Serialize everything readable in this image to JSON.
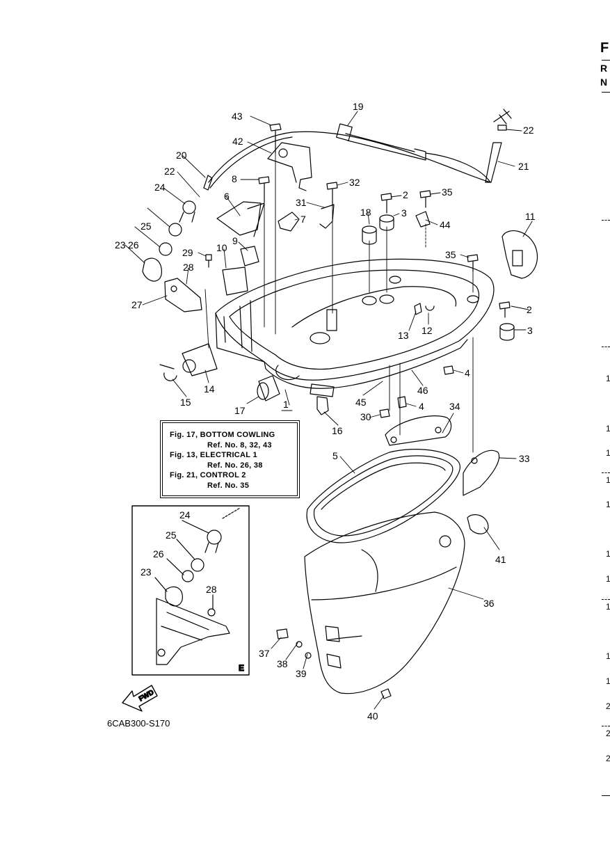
{
  "diagram": {
    "reference_lines": [
      "Fig. 17, BOTTOM COWLING",
      "Ref. No. 8, 32, 43",
      "Fig. 13, ELECTRICAL 1",
      "Ref. No. 26, 38",
      "Fig. 21, CONTROL 2",
      "Ref. No. 35"
    ],
    "diagram_code": "6CAB300-S170",
    "fwd_label": "FWD",
    "inset_label": "E",
    "parent_callout": "1",
    "callouts": [
      "43",
      "19",
      "22",
      "42",
      "20",
      "21",
      "22",
      "8",
      "32",
      "2",
      "35",
      "24",
      "6",
      "31",
      "18",
      "3",
      "44",
      "7",
      "25",
      "26",
      "23",
      "9",
      "29",
      "10",
      "28",
      "27",
      "11",
      "35",
      "2",
      "13",
      "12",
      "3",
      "14",
      "15",
      "17",
      "16",
      "46",
      "45",
      "4",
      "30",
      "4",
      "34",
      "5",
      "33",
      "41",
      "36",
      "24",
      "25",
      "26",
      "23",
      "28",
      "37",
      "38",
      "39",
      "40"
    ]
  },
  "right_edge": {
    "header_letters": [
      "F",
      "R",
      "N"
    ],
    "numbers": [
      "1",
      "1",
      "1",
      "1",
      "1",
      "1",
      "1",
      "1",
      "1",
      "1",
      "2",
      "2",
      "2"
    ]
  },
  "colors": {
    "ink": "#000000",
    "paper": "#ffffff"
  }
}
